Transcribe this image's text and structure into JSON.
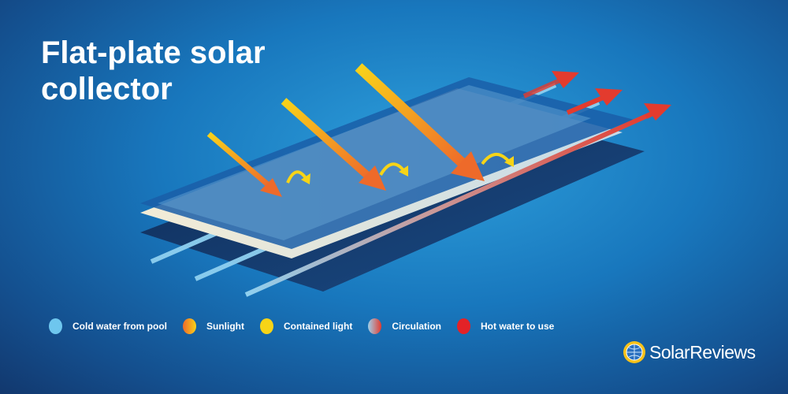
{
  "title": "Flat-plate solar collector",
  "legend": [
    {
      "label": "Cold water from pool",
      "color": "#6ec6ee"
    },
    {
      "label": "Sunlight",
      "color": "#f6a21c"
    },
    {
      "label": "Contained light",
      "color": "#f7d417"
    },
    {
      "label": "Circulation",
      "color": "#b5c3cf"
    },
    {
      "label": "Hot water to use",
      "color": "#e32227"
    }
  ],
  "brand": "SolarReviews"
}
